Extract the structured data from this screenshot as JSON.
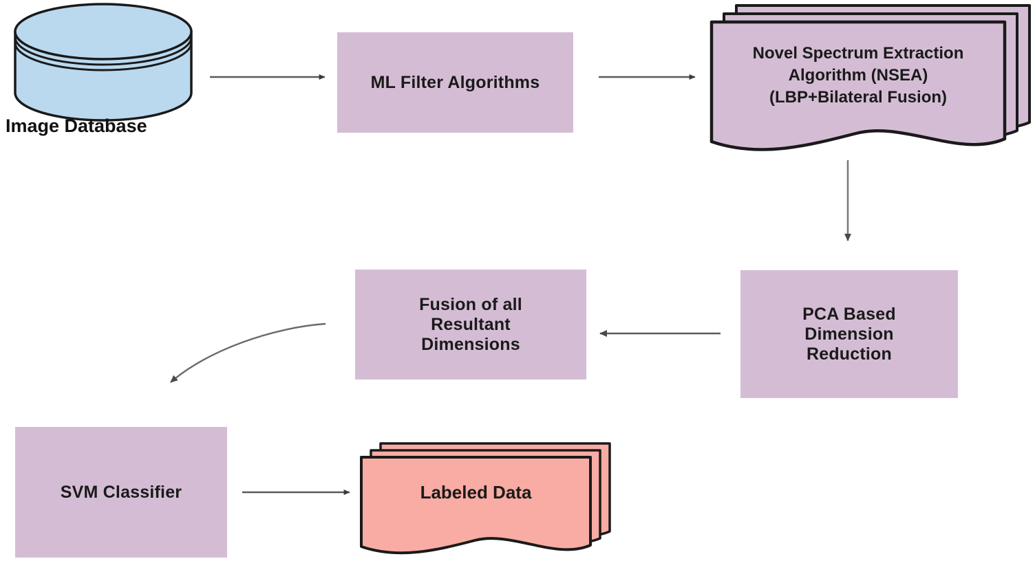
{
  "diagram": {
    "title": "Image classification methodology flowchart",
    "background": "#ffffff",
    "colors": {
      "process_fill": "#d4bdd4",
      "database_fill": "#bad9ef",
      "output_fill": "#f8aca4",
      "stroke": "#1a1a1a",
      "arrow": "#5a5a5a",
      "text": "#1a1a1a"
    }
  },
  "nodes": {
    "image_database": {
      "caption": "Image Database",
      "shape": "cylinder",
      "icon": "database-icon"
    },
    "ml_filter": {
      "label": "ML Filter Algorithms",
      "shape": "rectangle"
    },
    "nsea": {
      "line1": "Novel Spectrum Extraction",
      "line2": "Algorithm (NSEA)",
      "line3": "(LBP+Bilateral Fusion)",
      "shape": "multi-document"
    },
    "pca": {
      "line1": "PCA Based",
      "line2": "Dimension",
      "line3": "Reduction",
      "shape": "rectangle"
    },
    "fusion": {
      "line1": "Fusion of all",
      "line2": "Resultant",
      "line3": "Dimensions",
      "shape": "rectangle"
    },
    "svm": {
      "label": "SVM Classifier",
      "shape": "rectangle"
    },
    "labeled_data": {
      "label": "Labeled Data",
      "shape": "multi-document"
    }
  },
  "edges": [
    {
      "name": "db-to-mlfilter",
      "from": "image_database",
      "to": "ml_filter",
      "style": "straight",
      "direction": "right"
    },
    {
      "name": "mlfilter-to-nsea",
      "from": "ml_filter",
      "to": "nsea",
      "style": "straight",
      "direction": "right"
    },
    {
      "name": "nsea-to-pca",
      "from": "nsea",
      "to": "pca",
      "style": "straight",
      "direction": "down"
    },
    {
      "name": "pca-to-fusion",
      "from": "pca",
      "to": "fusion",
      "style": "straight",
      "direction": "left"
    },
    {
      "name": "fusion-to-svm",
      "from": "fusion",
      "to": "svm",
      "style": "curved",
      "direction": "down-left"
    },
    {
      "name": "svm-to-labeled",
      "from": "svm",
      "to": "labeled_data",
      "style": "straight",
      "direction": "right"
    }
  ]
}
